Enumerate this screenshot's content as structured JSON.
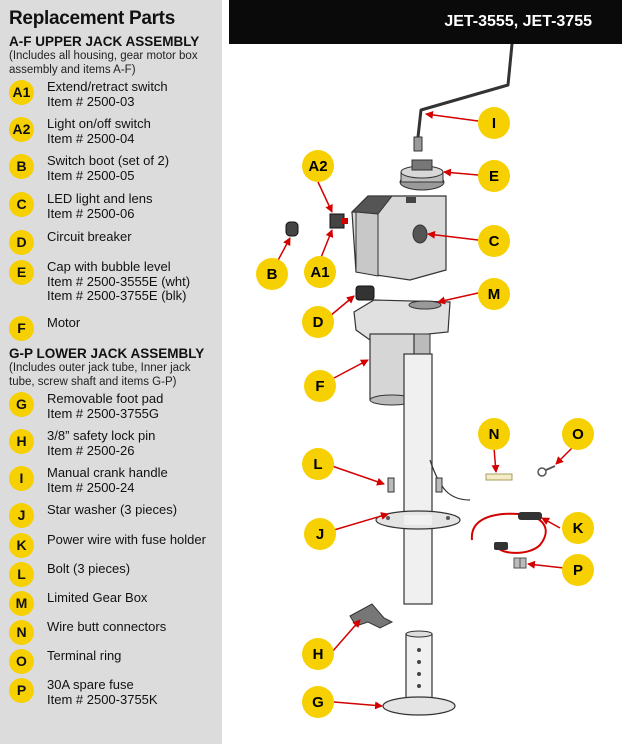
{
  "sidebar": {
    "title": "Replacement Parts",
    "upper": {
      "heading": "A-F  UPPER JACK ASSEMBLY",
      "desc": "(Includes all housing, gear motor box assembly and items A-F)",
      "parts": [
        {
          "code": "A1",
          "name": "Extend/retract switch",
          "item": "Item # 2500-03"
        },
        {
          "code": "A2",
          "name": "Light on/off switch",
          "item": "Item # 2500-04"
        },
        {
          "code": "B",
          "name": "Switch boot (set of 2)",
          "item": "Item # 2500-05"
        },
        {
          "code": "C",
          "name": "LED light and lens",
          "item": "Item # 2500-06"
        },
        {
          "code": "D",
          "name": "Circuit breaker",
          "item": ""
        },
        {
          "code": "E",
          "name": "Cap with bubble level",
          "item": "Item # 2500-3555E (wht)",
          "item2": "Item # 2500-3755E (blk)"
        },
        {
          "code": "F",
          "name": "Motor",
          "item": ""
        }
      ]
    },
    "lower": {
      "heading": "G-P  LOWER JACK ASSEMBLY",
      "desc": "(Includes outer jack tube, Inner jack tube, screw shaft and items G-P)",
      "parts": [
        {
          "code": "G",
          "name": "Removable foot pad",
          "item": "Item # 2500-3755G"
        },
        {
          "code": "H",
          "name": "3/8” safety lock pin",
          "item": "Item # 2500-26"
        },
        {
          "code": "I",
          "name": "Manual crank handle",
          "item": "Item # 2500-24"
        },
        {
          "code": "J",
          "name": "Star washer (3 pieces)",
          "item": ""
        },
        {
          "code": "K",
          "name": "Power wire with fuse holder",
          "item": ""
        },
        {
          "code": "L",
          "name": "Bolt (3 pieces)",
          "item": ""
        },
        {
          "code": "M",
          "name": "Limited Gear Box",
          "item": ""
        },
        {
          "code": "N",
          "name": "Wire butt connectors",
          "item": ""
        },
        {
          "code": "O",
          "name": "Terminal ring",
          "item": ""
        },
        {
          "code": "P",
          "name": "30A spare fuse",
          "item": "Item # 2500-3755K"
        }
      ]
    }
  },
  "header": {
    "models": "JET-3555, JET-3755"
  },
  "callouts": {
    "I": "I",
    "E": "E",
    "A2": "A2",
    "C": "C",
    "B": "B",
    "A1": "A1",
    "M": "M",
    "D": "D",
    "F": "F",
    "N": "N",
    "O": "O",
    "L": "L",
    "J": "J",
    "K": "K",
    "P": "P",
    "H": "H",
    "G": "G"
  },
  "colors": {
    "badge": "#f6d000",
    "arrow": "#d40000",
    "sidebar": "#dcdcdc",
    "header": "#0a0a0a"
  }
}
